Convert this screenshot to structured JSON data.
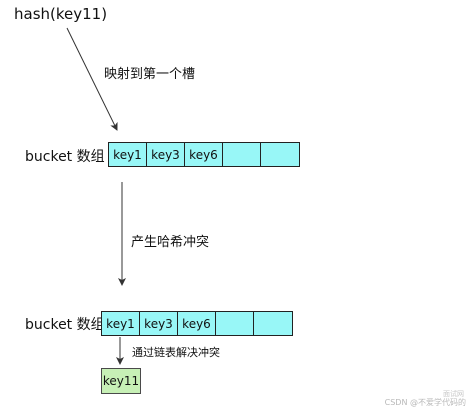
{
  "hash_expression": "hash(key11)",
  "annotations": {
    "map_to_slot": "映射到第一个槽",
    "hash_collision": "产生哈希冲突",
    "resolve_by_chaining": "通过链表解决冲突"
  },
  "bucket_label": "bucket 数组",
  "bucket_before": {
    "slots": [
      "key1",
      "key3",
      "key6",
      "",
      ""
    ]
  },
  "bucket_after": {
    "slots": [
      "key1",
      "key3",
      "key6",
      "",
      ""
    ]
  },
  "chain_node": "key11",
  "watermark": "CSDN @不爱学代码的",
  "watermark_side": "面试网",
  "colors": {
    "slot_fill": "#98f7f7",
    "chain_node_fill": "#c7f0b6"
  }
}
